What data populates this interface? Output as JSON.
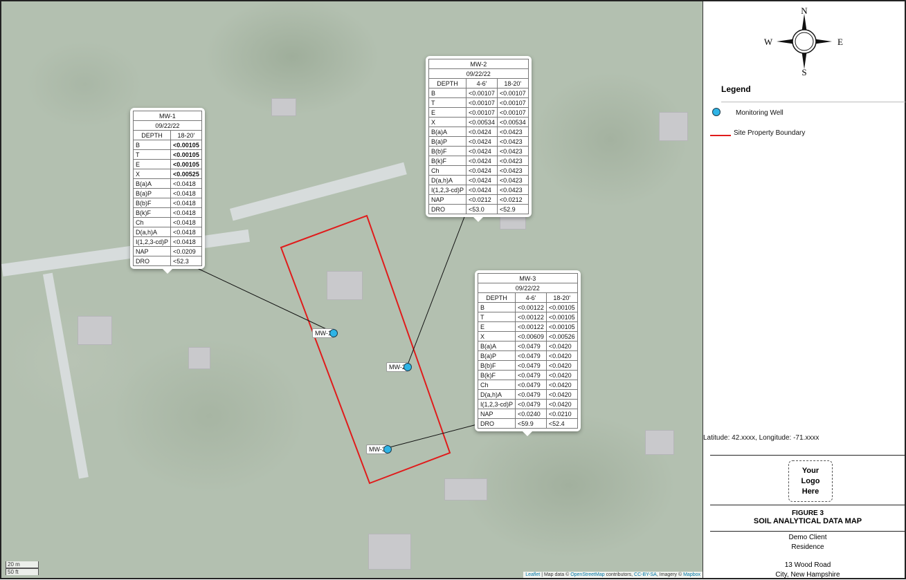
{
  "popups": {
    "mw1": {
      "well": "MW-1",
      "date": "09/22/22",
      "headers": [
        "DEPTH",
        "18-20'"
      ],
      "rows": [
        [
          "B",
          "<0.00105"
        ],
        [
          "T",
          "<0.00105"
        ],
        [
          "E",
          "<0.00105"
        ],
        [
          "X",
          "<0.00525"
        ],
        [
          "B(a)A",
          "<0.0418"
        ],
        [
          "B(a)P",
          "<0.0418"
        ],
        [
          "B(b)F",
          "<0.0418"
        ],
        [
          "B(k)F",
          "<0.0418"
        ],
        [
          "Ch",
          "<0.0418"
        ],
        [
          "D(a,h)A",
          "<0.0418"
        ],
        [
          "I(1,2,3-cd)P",
          "<0.0418"
        ],
        [
          "NAP",
          "<0.0209"
        ],
        [
          "DRO",
          "<52.3"
        ]
      ]
    },
    "mw2": {
      "well": "MW-2",
      "date": "09/22/22",
      "headers": [
        "DEPTH",
        "4-6'",
        "18-20'"
      ],
      "rows": [
        [
          "B",
          "<0.00107",
          "<0.00107"
        ],
        [
          "T",
          "<0.00107",
          "<0.00107"
        ],
        [
          "E",
          "<0.00107",
          "<0.00107"
        ],
        [
          "X",
          "<0.00534",
          "<0.00534"
        ],
        [
          "B(a)A",
          "<0.0424",
          "<0.0423"
        ],
        [
          "B(a)P",
          "<0.0424",
          "<0.0423"
        ],
        [
          "B(b)F",
          "<0.0424",
          "<0.0423"
        ],
        [
          "B(k)F",
          "<0.0424",
          "<0.0423"
        ],
        [
          "Ch",
          "<0.0424",
          "<0.0423"
        ],
        [
          "D(a,h)A",
          "<0.0424",
          "<0.0423"
        ],
        [
          "I(1,2,3-cd)P",
          "<0.0424",
          "<0.0423"
        ],
        [
          "NAP",
          "<0.0212",
          "<0.0212"
        ],
        [
          "DRO",
          "<53.0",
          "<52.9"
        ]
      ]
    },
    "mw3": {
      "well": "MW-3",
      "date": "09/22/22",
      "headers": [
        "DEPTH",
        "4-6'",
        "18-20'"
      ],
      "rows": [
        [
          "B",
          "<0.00122",
          "<0.00105"
        ],
        [
          "T",
          "<0.00122",
          "<0.00105"
        ],
        [
          "E",
          "<0.00122",
          "<0.00105"
        ],
        [
          "X",
          "<0.00609",
          "<0.00526"
        ],
        [
          "B(a)A",
          "<0.0479",
          "<0.0420"
        ],
        [
          "B(a)P",
          "<0.0479",
          "<0.0420"
        ],
        [
          "B(b)F",
          "<0.0479",
          "<0.0420"
        ],
        [
          "B(k)F",
          "<0.0479",
          "<0.0420"
        ],
        [
          "Ch",
          "<0.0479",
          "<0.0420"
        ],
        [
          "D(a,h)A",
          "<0.0479",
          "<0.0420"
        ],
        [
          "I(1,2,3-cd)P",
          "<0.0479",
          "<0.0420"
        ],
        [
          "NAP",
          "<0.0240",
          "<0.0210"
        ],
        [
          "DRO",
          "<59.9",
          "<52.4"
        ]
      ]
    }
  },
  "wells": {
    "mw1": "MW-1",
    "mw2": "MW-2",
    "mw3": "MW-3"
  },
  "scale": {
    "metric": "20 m",
    "imperial": "50 ft"
  },
  "attribution": {
    "leaflet": "Leaflet",
    "map_data": " | Map data © ",
    "osm": "OpenStreetMap",
    "contributors": " contributors, ",
    "license": "CC-BY-SA",
    "imagery": ", Imagery © ",
    "mapbox": "Mapbox"
  },
  "compass": {
    "n": "N",
    "s": "S",
    "e": "E",
    "w": "W"
  },
  "legend": {
    "title": "Legend",
    "monitoring_well": "Monitoring Well",
    "boundary": "Site Property Boundary"
  },
  "latlon": "Latitude: 42.xxxx, Longitude: -71.xxxx",
  "title_block": {
    "logo_line1": "Your",
    "logo_line2": "Logo",
    "logo_line3": "Here",
    "figure": "FIGURE 3",
    "figure_title": "SOIL ANALYTICAL DATA MAP",
    "client": "Demo Client",
    "site_type": "Residence",
    "address": "13 Wood Road",
    "city": "City, New Hampshire"
  },
  "colors": {
    "boundary": "#e01b1b",
    "well": "#2fb4e6"
  }
}
